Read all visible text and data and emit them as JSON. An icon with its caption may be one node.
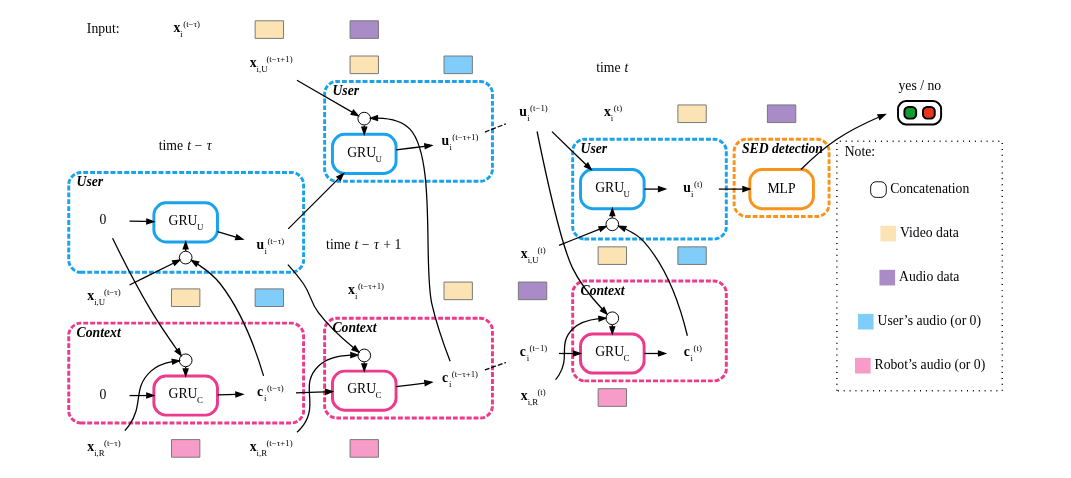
{
  "diagram": {
    "nodes": [
      {
        "text": [
          "Context"
        ]
      },
      {
        "text": [
          "0"
        ],
        "in": 0
      },
      {
        "text": [
          "GRU$_{C}$"
        ],
        "in": 0
      },
      {
        "text": [
          "**c**$_{i}$$^{(t−τ)}$"
        ],
        "in": 0
      },
      {
        "text": [],
        "shape": "circle",
        "in": 0
      },
      {
        "text": [
          "Context"
        ]
      },
      {
        "text": [
          "GRU$_{C}$"
        ],
        "in": 5
      },
      {
        "text": [
          "**c**$_{i}$$^{(t−τ+1)}$"
        ],
        "in": 5
      },
      {
        "text": [],
        "shape": "circle",
        "in": 5
      },
      {
        "text": [
          "**c**$_{i}$$^{(t−1)}$"
        ]
      },
      {
        "text": [
          "Context"
        ]
      },
      {
        "text": [
          "GRU$_{C}$"
        ],
        "in": 10
      },
      {
        "text": [
          "**c**$_{i}$$^{(t)}$"
        ],
        "in": 10
      },
      {
        "text": [],
        "shape": "circle",
        "in": 10
      },
      {
        "text": [
          "**x**$_{i,R}$$^{(t−τ)}$"
        ]
      },
      {
        "text": [],
        "shape": "bar"
      },
      {
        "text": [
          "**x**$_{i,R}$$^{(t−τ+1)}$"
        ]
      },
      {
        "text": [],
        "shape": "bar"
      },
      {
        "text": [
          "**x**$_{i,R}$$^{(t)}$"
        ]
      },
      {
        "text": [],
        "shape": "bar"
      },
      {
        "text": [
          "**x**$_{i,U}$$^{(t−τ)}$"
        ]
      },
      {
        "text": [],
        "shape": "bar"
      },
      {
        "text": [],
        "shape": "bar"
      },
      {
        "text": [
          "**x**$_{i,U}$$^{(t−τ+1)}$"
        ]
      },
      {
        "text": [],
        "shape": "bar"
      },
      {
        "text": [],
        "shape": "bar"
      },
      {
        "text": [
          "**x**$_{i,U}$$^{(t)}$"
        ]
      },
      {
        "text": [],
        "shape": "bar"
      },
      {
        "text": [],
        "shape": "bar"
      },
      {
        "text": [
          "User"
        ]
      },
      {
        "text": [],
        "shape": "circle",
        "in": 29
      },
      {
        "text": [
          "0"
        ],
        "in": 29
      },
      {
        "text": [
          "GRU$_{U}$"
        ],
        "in": 29
      },
      {
        "text": [
          "**u**$_{i}$$^{(t−τ)}$"
        ],
        "in": 29
      },
      {
        "text": [
          "User"
        ]
      },
      {
        "text": [],
        "shape": "circle",
        "in": 34
      },
      {
        "text": [
          "GRU$_{U}$"
        ],
        "in": 34
      },
      {
        "text": [
          "**u**$_{i}$$^{(t−τ+1)}$"
        ],
        "in": 34
      },
      {
        "text": [
          "**u**$_{i}$$^{(t−1)}$"
        ]
      },
      {
        "text": [
          "User"
        ]
      },
      {
        "text": [],
        "shape": "circle",
        "in": 39
      },
      {
        "text": [
          "GRU$_{U}$"
        ],
        "in": 39
      },
      {
        "text": [
          "**u**$_{i}$$^{(t)}$"
        ],
        "in": 39
      },
      {
        "text": [
          "yes / no"
        ]
      },
      {
        "text": [
          "SED detection"
        ]
      },
      {
        "text": [
          "MLP"
        ],
        "in": 44
      },
      {
        "text": [],
        "shape": "bar"
      },
      {
        "text": [],
        "shape": "bar"
      },
      {
        "text": [],
        "shape": "bar"
      },
      {
        "text": [],
        "shape": "bar"
      },
      {
        "text": [],
        "shape": "bar"
      },
      {
        "text": [],
        "shape": "bar"
      },
      {
        "text": [
          "Note:"
        ]
      }
    ],
    "edges": [
      {
        "from": 1,
        "to": 2,
        "arrow": "to"
      },
      {
        "from": 2,
        "to": 3,
        "arrow": "to"
      },
      {
        "from": 3,
        "to": 6,
        "arrow": "to"
      },
      {
        "from": 6,
        "to": 7,
        "arrow": "to"
      },
      {
        "from": 7,
        "to": 9,
        "arrow": "none",
        "style": "dashed"
      },
      {
        "from": 9,
        "to": 11,
        "arrow": "to"
      },
      {
        "from": 11,
        "to": 12,
        "arrow": "to"
      },
      {
        "from": 4,
        "to": 2,
        "arrow": "to"
      },
      {
        "from": 8,
        "to": 6,
        "arrow": "to"
      },
      {
        "from": 13,
        "to": 11,
        "arrow": "to"
      },
      {
        "from": 14,
        "to": 4,
        "arrow": "to"
      },
      {
        "from": 16,
        "to": 8,
        "arrow": "to"
      },
      {
        "from": 18,
        "to": 13,
        "arrow": "to"
      },
      {
        "from": 20,
        "to": 30,
        "arrow": "to"
      },
      {
        "from": 23,
        "to": 35,
        "arrow": "to"
      },
      {
        "from": 26,
        "to": 40,
        "arrow": "to"
      },
      {
        "from": 3,
        "to": 30,
        "arrow": "to"
      },
      {
        "from": 7,
        "to": 35,
        "arrow": "to"
      },
      {
        "from": 12,
        "to": 40,
        "arrow": "to"
      },
      {
        "from": 31,
        "to": 4,
        "arrow": "to"
      },
      {
        "from": 33,
        "to": 8,
        "arrow": "to"
      },
      {
        "from": 38,
        "to": 13,
        "arrow": "to"
      },
      {
        "from": 30,
        "to": 32,
        "arrow": "to"
      },
      {
        "from": 31,
        "to": 32,
        "arrow": "to"
      },
      {
        "from": 32,
        "to": 33,
        "arrow": "to"
      },
      {
        "from": 33,
        "to": 36,
        "arrow": "to"
      },
      {
        "from": 35,
        "to": 36,
        "arrow": "to"
      },
      {
        "from": 36,
        "to": 37,
        "arrow": "to"
      },
      {
        "from": 37,
        "to": 38,
        "arrow": "none",
        "style": "dashed"
      },
      {
        "from": 38,
        "to": 41,
        "arrow": "to"
      },
      {
        "from": 40,
        "to": 41,
        "arrow": "to"
      },
      {
        "from": 41,
        "to": 42,
        "arrow": "to"
      },
      {
        "from": 42,
        "to": 45,
        "arrow": "to"
      },
      {
        "from": 45,
        "to": 43,
        "arrow": "to"
      }
    ],
    "labels": [
      "time *t* − *τ*",
      "time *t* − *τ* + 1",
      "time *t*",
      "Input:",
      "**x**$_{i}$$^{(t−τ)}$",
      "**x**$_{i}$$^{(t−τ+1)}$",
      "**x**$_{i}$$^{(t)}$"
    ],
    "legend": [
      {
        "text": "Concatenation"
      },
      {
        "text": "Video data",
        "color": "#fbe3b4"
      },
      {
        "text": "Audio data",
        "color": "#a88bc7"
      },
      {
        "text": "User’s audio (or 0)",
        "color": "#7fcdf8"
      },
      {
        "text": "Robot’s audio (or 0)",
        "color": "#f79cc8"
      }
    ]
  }
}
